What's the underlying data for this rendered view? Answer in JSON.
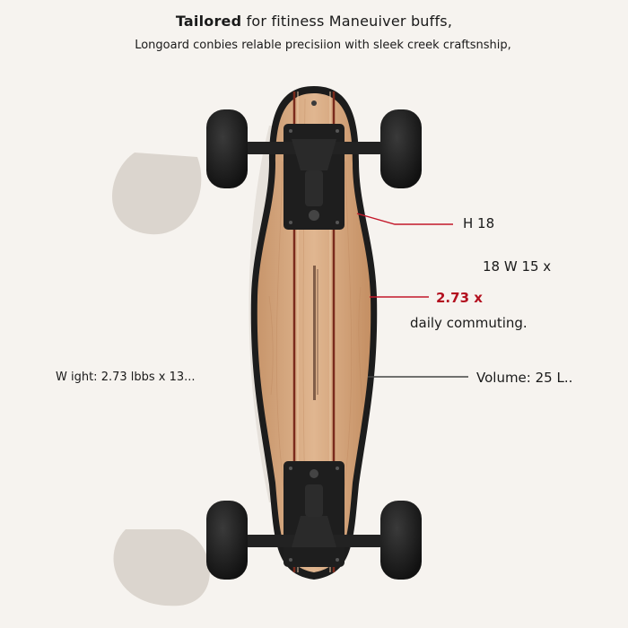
{
  "header": {
    "headline_bold": "Tailored",
    "headline_rest": "for fitiness Maneuiver buffs,",
    "subline": "Longoard conbies relable precisiion with sleek creek craftsnship,"
  },
  "callouts": {
    "height": "H 18",
    "size": "18 W 15 x",
    "thickness": "2.73 x",
    "use": "daily commuting.",
    "weight": "W ight: 2.73 lbbs  x 13...",
    "volume": "Volume: 25 L.."
  },
  "colors": {
    "background": "#f6f3ef",
    "deck_wood": "#d7a981",
    "deck_edge": "#1c1c1c",
    "stripe": "#7a2a1c",
    "leader_line": "#c4182a",
    "wheel": "#1b1b1b"
  }
}
